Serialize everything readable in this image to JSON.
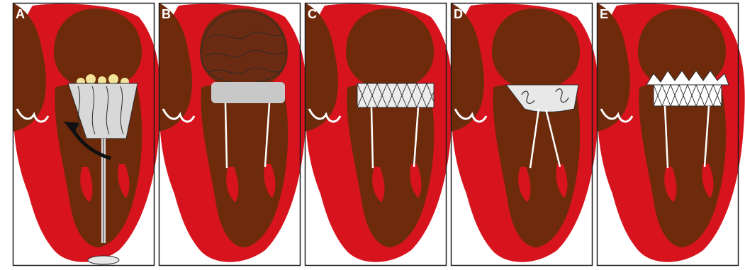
{
  "figure": {
    "panels": [
      {
        "label": "A",
        "device": "transapical-valve-with-calcified-leaflets"
      },
      {
        "label": "B",
        "device": "atrial-cage-valve"
      },
      {
        "label": "C",
        "device": "mesh-stent-valve"
      },
      {
        "label": "D",
        "device": "clip-ring-valve"
      },
      {
        "label": "E",
        "device": "crown-stent-valve"
      }
    ]
  },
  "colors": {
    "myocardium": "#d7141e",
    "chamber": "#6e2b0c",
    "leaflet": "#ffffff",
    "device_frame": "#c8c8c8",
    "device_light": "#ececec",
    "stent_line": "#2a2a2a",
    "calcification": "#f1e49a",
    "arrow": "#111111",
    "border": "#1a1a1a"
  }
}
